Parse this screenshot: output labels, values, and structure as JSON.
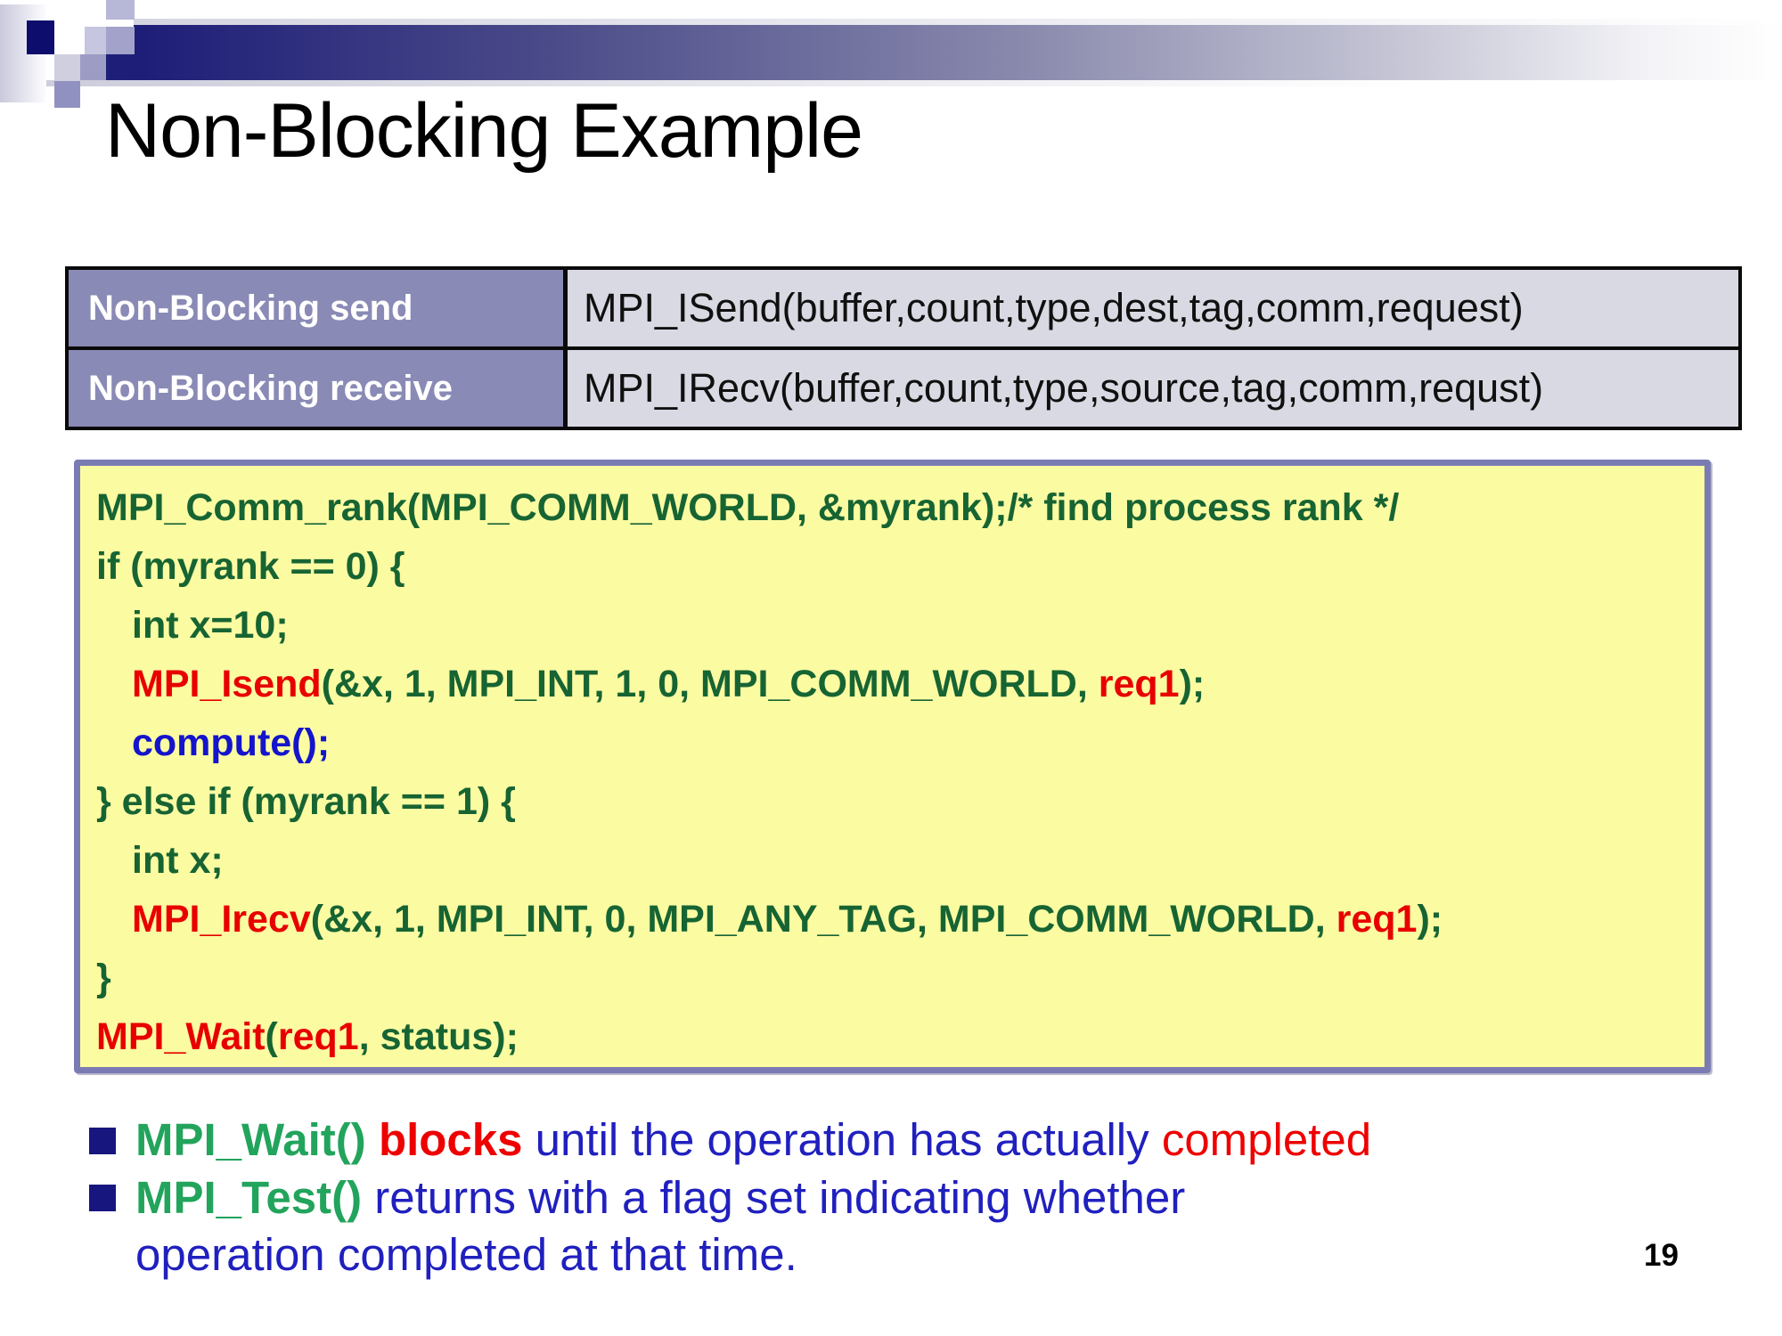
{
  "slide": {
    "title": "Non-Blocking Example",
    "page_number": "19"
  },
  "table": {
    "rows": [
      {
        "label": "Non-Blocking send",
        "value": "MPI_ISend(buffer,count,type,dest,tag,comm,request)"
      },
      {
        "label": "Non-Blocking receive",
        "value": "MPI_IRecv(buffer,count,type,source,tag,comm,requst)"
      }
    ]
  },
  "code": {
    "lines": [
      {
        "segments": [
          {
            "text": "MPI_Comm_rank(MPI_COMM_WORLD, &myrank);/* find process rank */",
            "style": "green"
          }
        ]
      },
      {
        "segments": [
          {
            "text": "if (myrank == 0) {",
            "style": "green"
          }
        ]
      },
      {
        "segments": [
          {
            "text": "int x=10;",
            "style": "green"
          }
        ]
      },
      {
        "segments": [
          {
            "text": "MPI_Isend",
            "style": "red"
          },
          {
            "text": "(&x, 1, MPI_INT, 1, 0, MPI_COMM_WORLD, ",
            "style": "green"
          },
          {
            "text": "req1",
            "style": "red"
          },
          {
            "text": ");",
            "style": "green"
          }
        ]
      },
      {
        "segments": [
          {
            "text": "compute();",
            "style": "blue"
          }
        ]
      },
      {
        "segments": [
          {
            "text": "} else if (myrank == 1) {",
            "style": "green"
          }
        ]
      },
      {
        "segments": [
          {
            "text": "int x;",
            "style": "green"
          }
        ]
      },
      {
        "segments": [
          {
            "text": "MPI_Irecv",
            "style": "red"
          },
          {
            "text": "(&x, 1, MPI_INT, 0, MPI_ANY_TAG, MPI_COMM_WORLD, ",
            "style": "green"
          },
          {
            "text": "req1",
            "style": "red"
          },
          {
            "text": ");",
            "style": "green"
          }
        ]
      },
      {
        "segments": [
          {
            "text": "}",
            "style": "green"
          }
        ]
      },
      {
        "segments": [
          {
            "text": "MPI_Wait",
            "style": "red"
          },
          {
            "text": "(",
            "style": "green"
          },
          {
            "text": "req1",
            "style": "red"
          },
          {
            "text": ", status);",
            "style": "green"
          }
        ]
      }
    ]
  },
  "bullets": [
    {
      "segments": [
        {
          "text": "MPI_Wait() ",
          "style": "green-bold"
        },
        {
          "text": "blocks",
          "style": "red-bold"
        },
        {
          "text": " until the operation has actually ",
          "style": "blue"
        },
        {
          "text": "completed",
          "style": "red"
        }
      ]
    },
    {
      "segments": [
        {
          "text": "MPI_Test() ",
          "style": "green-bold"
        },
        {
          "text": "returns with a flag set indicating whether",
          "style": "blue"
        }
      ],
      "continuation": "operation completed at that time."
    }
  ],
  "colors": {
    "band_navy": "#1d1d78",
    "table_header_bg": "#8a8ab6",
    "table_cell_bg": "#d9d9e3",
    "code_box_bg": "#fbfba2",
    "code_box_border": "#7b7bb4",
    "code_green": "#176433",
    "code_red": "#e80000",
    "code_blue": "#1414cc",
    "bullet_green": "#22a45c",
    "bullet_blue": "#2020bf",
    "bullet_red": "#ee0000",
    "bullet_square": "#16167e"
  }
}
